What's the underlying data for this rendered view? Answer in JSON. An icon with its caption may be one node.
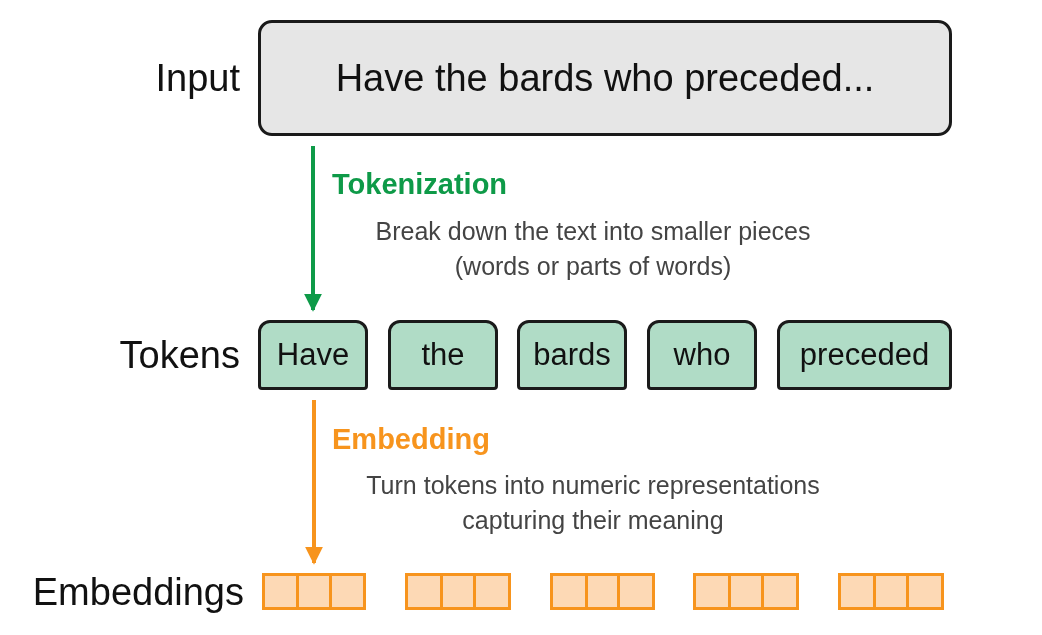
{
  "diagram": {
    "nodes": [
      {
        "text": [
          "Have the bards who preceded..."
        ],
        "beside": [
          "Input"
        ]
      },
      {
        "text": [
          "Have"
        ],
        "beside": [
          "Tokens"
        ]
      },
      {
        "text": [
          "the"
        ]
      },
      {
        "text": [
          "bards"
        ]
      },
      {
        "text": [
          "who"
        ]
      },
      {
        "text": [
          "preceded"
        ]
      },
      {
        "text": [],
        "shape": "bar",
        "beside": [
          "Embeddings"
        ]
      },
      {
        "text": [],
        "shape": "bar"
      },
      {
        "text": [],
        "shape": "bar"
      },
      {
        "text": [],
        "shape": "bar"
      },
      {
        "text": [],
        "shape": "bar"
      }
    ],
    "edges": [
      {
        "from": 0,
        "to": 1,
        "arrow": "to",
        "label": "Tokenization",
        "color": "#0e9a48"
      },
      {
        "from": 1,
        "to": 6,
        "arrow": "to",
        "label": "Embedding",
        "color": "#f7941d"
      }
    ],
    "labels": [
      "Break down the text into smaller pieces (words or parts of words)",
      "Turn tokens into numeric representations capturing their meaning"
    ]
  }
}
